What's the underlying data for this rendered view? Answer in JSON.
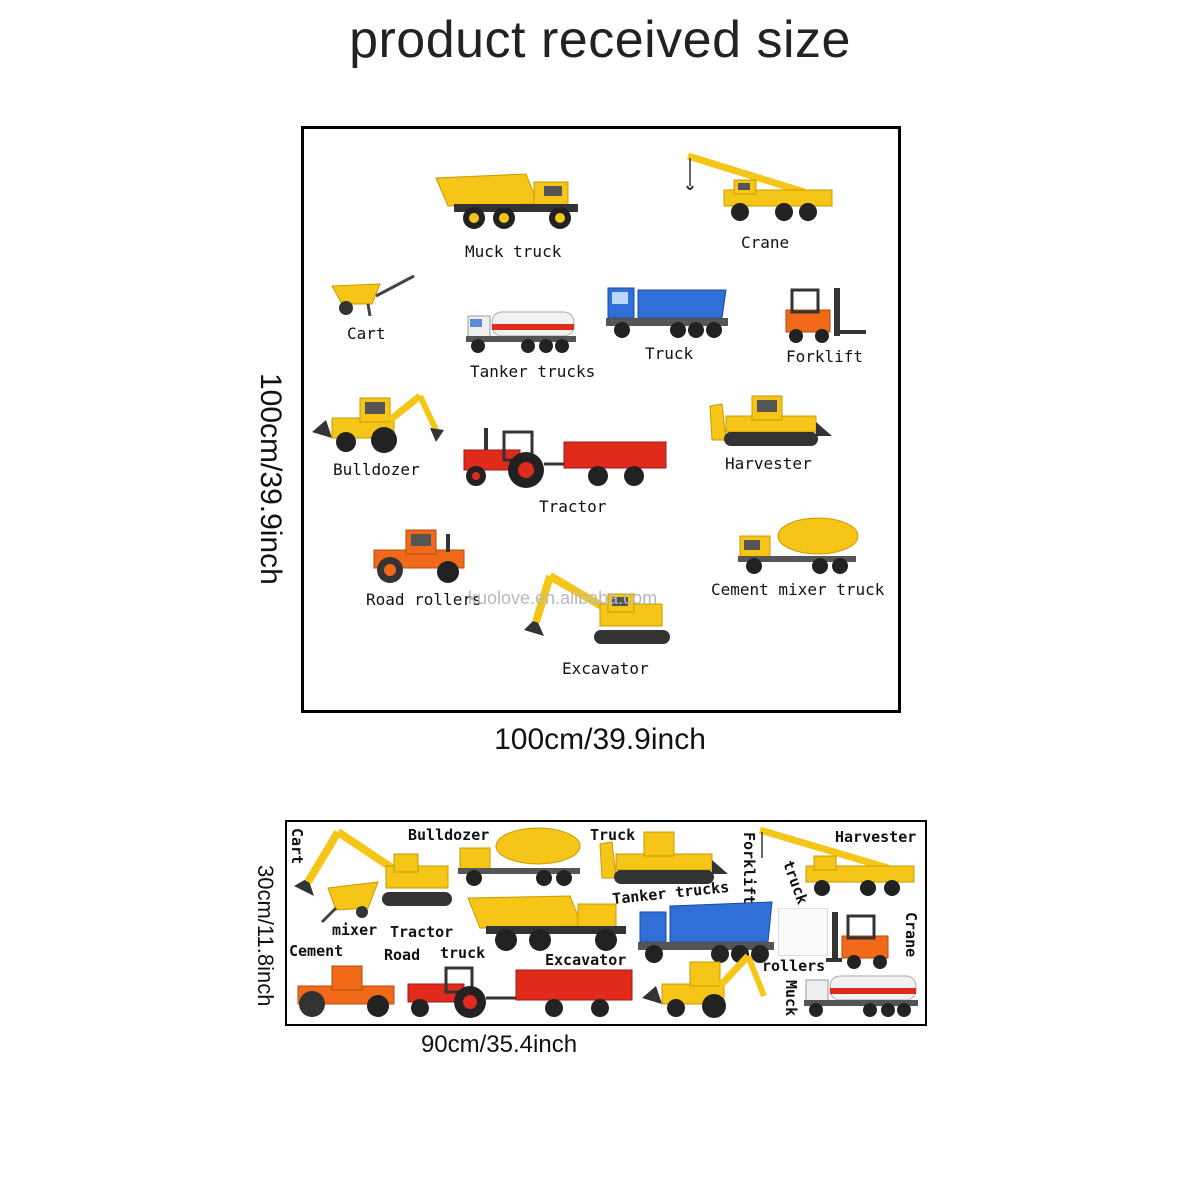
{
  "title": "product received size",
  "watermark": "kuolove.en.alibaba.com",
  "big_sheet": {
    "height_label": "100cm/39.9inch",
    "width_label": "100cm/39.9inch",
    "labels": {
      "muck": "Muck truck",
      "crane": "Crane",
      "cart": "Cart",
      "tanker": "Tanker trucks",
      "truck": "Truck",
      "forklift": "Forklift",
      "bulldozer": "Bulldozer",
      "harvester": "Harvester",
      "tractor": "Tractor",
      "road_rollers": "Road rollers",
      "cement": "Cement mixer truck",
      "excavator": "Excavator"
    }
  },
  "small_sheet": {
    "height_label": "30cm/11.8inch",
    "width_label": "90cm/35.4inch",
    "labels": {
      "cart": "Cart",
      "bulldozer": "Bulldozer",
      "truck": "Truck",
      "forklift": "Forklift",
      "truck_word": "truck",
      "harvester": "Harvester",
      "crane": "Crane",
      "tanker": "Tanker trucks",
      "mixer": "mixer",
      "tractor": "Tractor",
      "cement": "Cement",
      "road": "Road",
      "truck_word2": "truck",
      "excavator": "Excavator",
      "rollers": "rollers",
      "muck": "Muck"
    }
  },
  "colors": {
    "yellow": "#f5c518",
    "blue": "#2f6fd6",
    "red": "#e02a1c",
    "orange": "#f06a1a",
    "dark": "#2b2b2b"
  },
  "icons": [
    "dump-truck-icon",
    "crane-icon",
    "wheelbarrow-icon",
    "tanker-truck-icon",
    "blue-dump-truck-icon",
    "forklift-icon",
    "backhoe-icon",
    "tractor-trailer-icon",
    "bulldozer-icon",
    "road-roller-icon",
    "cement-mixer-icon",
    "excavator-icon"
  ]
}
